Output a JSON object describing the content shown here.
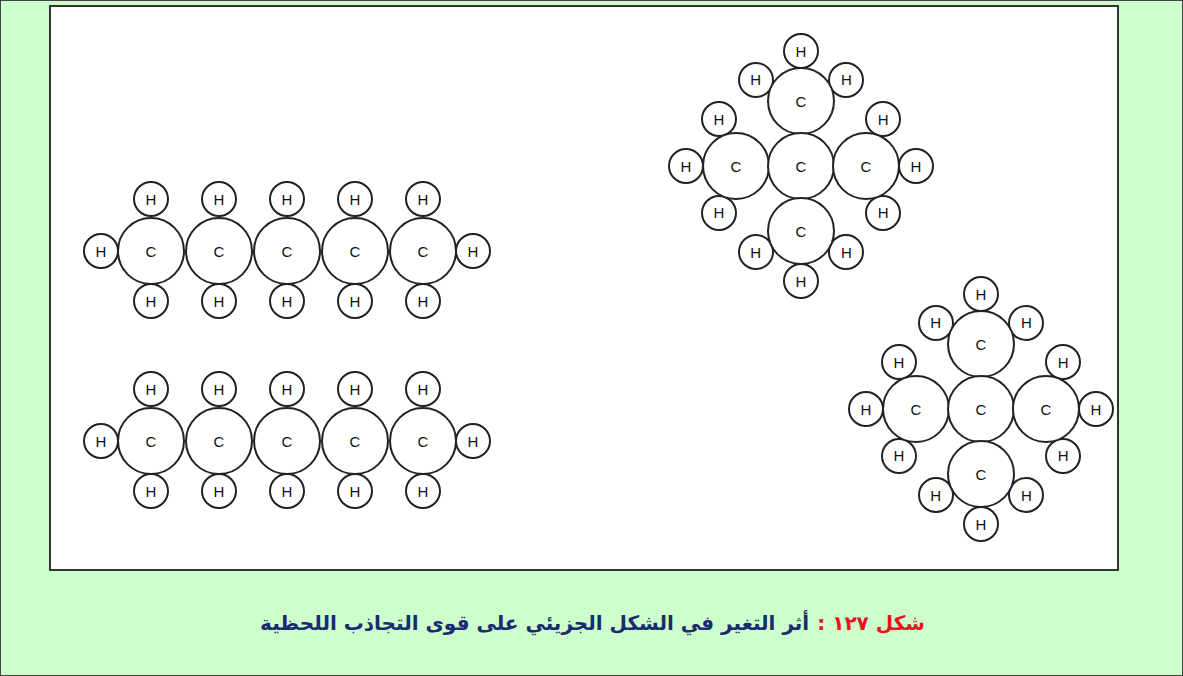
{
  "diagram": {
    "caption": "أثر التغير في الشكل الجزيئي على قوى التجاذب اللحظية",
    "nodes": [
      {
        "text": [
          "H"
        ]
      },
      {
        "text": [
          "H"
        ]
      },
      {
        "text": [
          "C"
        ]
      },
      {
        "text": [
          "H"
        ]
      },
      {
        "text": [
          "H"
        ]
      },
      {
        "text": [
          "C"
        ]
      },
      {
        "text": [
          "H"
        ]
      },
      {
        "text": [
          "H"
        ]
      },
      {
        "text": [
          "C"
        ]
      },
      {
        "text": [
          "H"
        ]
      },
      {
        "text": [
          "H"
        ]
      },
      {
        "text": [
          "C"
        ]
      },
      {
        "text": [
          "H"
        ]
      },
      {
        "text": [
          "H"
        ]
      },
      {
        "text": [
          "C"
        ]
      },
      {
        "text": [
          "H"
        ]
      },
      {
        "text": [
          "H"
        ]
      },
      {
        "text": [
          "H"
        ]
      },
      {
        "text": [
          "H"
        ]
      },
      {
        "text": [
          "C"
        ]
      },
      {
        "text": [
          "H"
        ]
      },
      {
        "text": [
          "H"
        ]
      },
      {
        "text": [
          "C"
        ]
      },
      {
        "text": [
          "H"
        ]
      },
      {
        "text": [
          "H"
        ]
      },
      {
        "text": [
          "C"
        ]
      },
      {
        "text": [
          "H"
        ]
      },
      {
        "text": [
          "H"
        ]
      },
      {
        "text": [
          "C"
        ]
      },
      {
        "text": [
          "H"
        ]
      },
      {
        "text": [
          "H"
        ]
      },
      {
        "text": [
          "C"
        ]
      },
      {
        "text": [
          "H"
        ]
      },
      {
        "text": [
          "H"
        ]
      },
      {
        "text": [
          "H"
        ]
      },
      {
        "text": [
          "H"
        ]
      },
      {
        "text": [
          "H"
        ]
      },
      {
        "text": [
          "C"
        ]
      },
      {
        "text": [
          "H"
        ]
      },
      {
        "text": [
          "H"
        ]
      },
      {
        "text": [
          "H"
        ]
      },
      {
        "text": [
          "C"
        ]
      },
      {
        "text": [
          "C"
        ]
      },
      {
        "text": [
          "H"
        ]
      },
      {
        "text": [
          "H"
        ]
      },
      {
        "text": [
          "H"
        ]
      },
      {
        "text": [
          "C"
        ]
      },
      {
        "text": [
          "H"
        ]
      },
      {
        "text": [
          "H"
        ]
      },
      {
        "text": [
          "H"
        ]
      },
      {
        "text": [
          "C"
        ]
      },
      {
        "text": [
          "H"
        ]
      },
      {
        "text": [
          "H"
        ]
      },
      {
        "text": [
          "H"
        ]
      },
      {
        "text": [
          "C"
        ]
      },
      {
        "text": [
          "H"
        ]
      },
      {
        "text": [
          "H"
        ]
      },
      {
        "text": [
          "H"
        ]
      },
      {
        "text": [
          "C"
        ]
      },
      {
        "text": [
          "C"
        ]
      },
      {
        "text": [
          "H"
        ]
      },
      {
        "text": [
          "H"
        ]
      },
      {
        "text": [
          "H"
        ]
      },
      {
        "text": [
          "C"
        ]
      },
      {
        "text": [
          "H"
        ]
      },
      {
        "text": [
          "H"
        ]
      },
      {
        "text": [
          "H"
        ]
      },
      {
        "text": [
          "C"
        ]
      }
    ],
    "labels": [
      "شكل ١٢٧ :"
    ]
  }
}
